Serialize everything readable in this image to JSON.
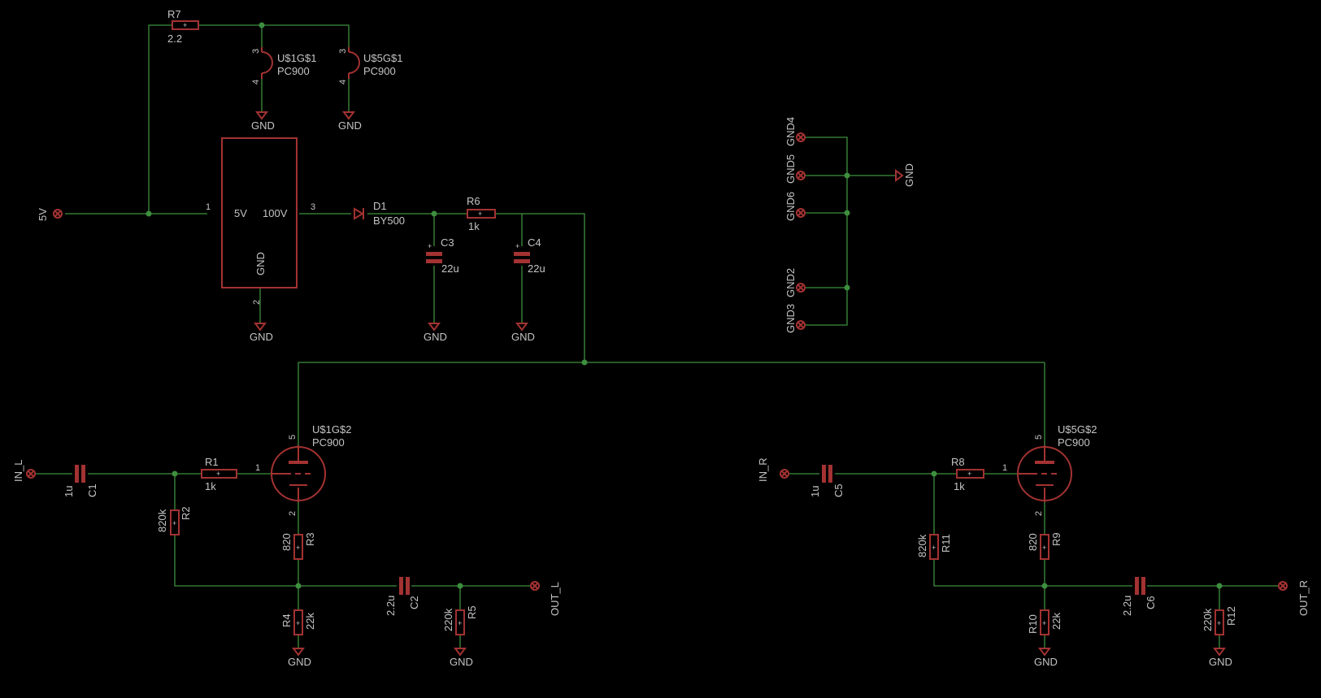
{
  "parts": {
    "R7": {
      "ref": "R7",
      "value": "2.2"
    },
    "U1G1": {
      "ref": "U$1G$1",
      "value": "PC900",
      "pin_a": "3",
      "pin_b": "4"
    },
    "U5G1": {
      "ref": "U$5G$1",
      "value": "PC900",
      "pin_a": "3",
      "pin_b": "4"
    },
    "REG": {
      "label_in": "5V",
      "label_out": "100V",
      "label_gnd": "GND",
      "pin_in": "1",
      "pin_out": "3",
      "pin_gnd": "2"
    },
    "D1": {
      "ref": "D1",
      "value": "BY500"
    },
    "R6": {
      "ref": "R6",
      "value": "1k"
    },
    "C3": {
      "ref": "C3",
      "value": "22u"
    },
    "C4": {
      "ref": "C4",
      "value": "22u"
    },
    "U1G2": {
      "ref": "U$1G$2",
      "value": "PC900",
      "pin_top": "5",
      "pin_left": "1",
      "pin_bottom": "2"
    },
    "U5G2": {
      "ref": "U$5G$2",
      "value": "PC900",
      "pin_top": "5",
      "pin_left": "1",
      "pin_bottom": "2"
    },
    "C1": {
      "ref": "C1",
      "value": "1u"
    },
    "R1": {
      "ref": "R1",
      "value": "1k"
    },
    "R2": {
      "ref": "R2",
      "value": "820k"
    },
    "R3": {
      "ref": "R3",
      "value": "820"
    },
    "R4": {
      "ref": "R4",
      "value": "22k"
    },
    "C2": {
      "ref": "C2",
      "value": "2.2u"
    },
    "R5": {
      "ref": "R5",
      "value": "220k"
    },
    "C5": {
      "ref": "C5",
      "value": "1u"
    },
    "R8": {
      "ref": "R8",
      "value": "1k"
    },
    "R11": {
      "ref": "R11",
      "value": "820k"
    },
    "R9": {
      "ref": "R9",
      "value": "820"
    },
    "R10": {
      "ref": "R10",
      "value": "22k"
    },
    "C6": {
      "ref": "C6",
      "value": "2.2u"
    },
    "R12": {
      "ref": "R12",
      "value": "220k"
    }
  },
  "connectors": {
    "v5": "5V",
    "in_l": "IN_L",
    "out_l": "OUT_L",
    "in_r": "IN_R",
    "out_r": "OUT_R",
    "gnd4": "GND4",
    "gnd5": "GND5",
    "gnd6": "GND6",
    "gnd2": "GND2",
    "gnd3": "GND3"
  },
  "supply_label": "GND",
  "colors": {
    "wire": "#3d8f3d",
    "part": "#a33232",
    "text": "#c4c4c4",
    "background": "#000000"
  }
}
